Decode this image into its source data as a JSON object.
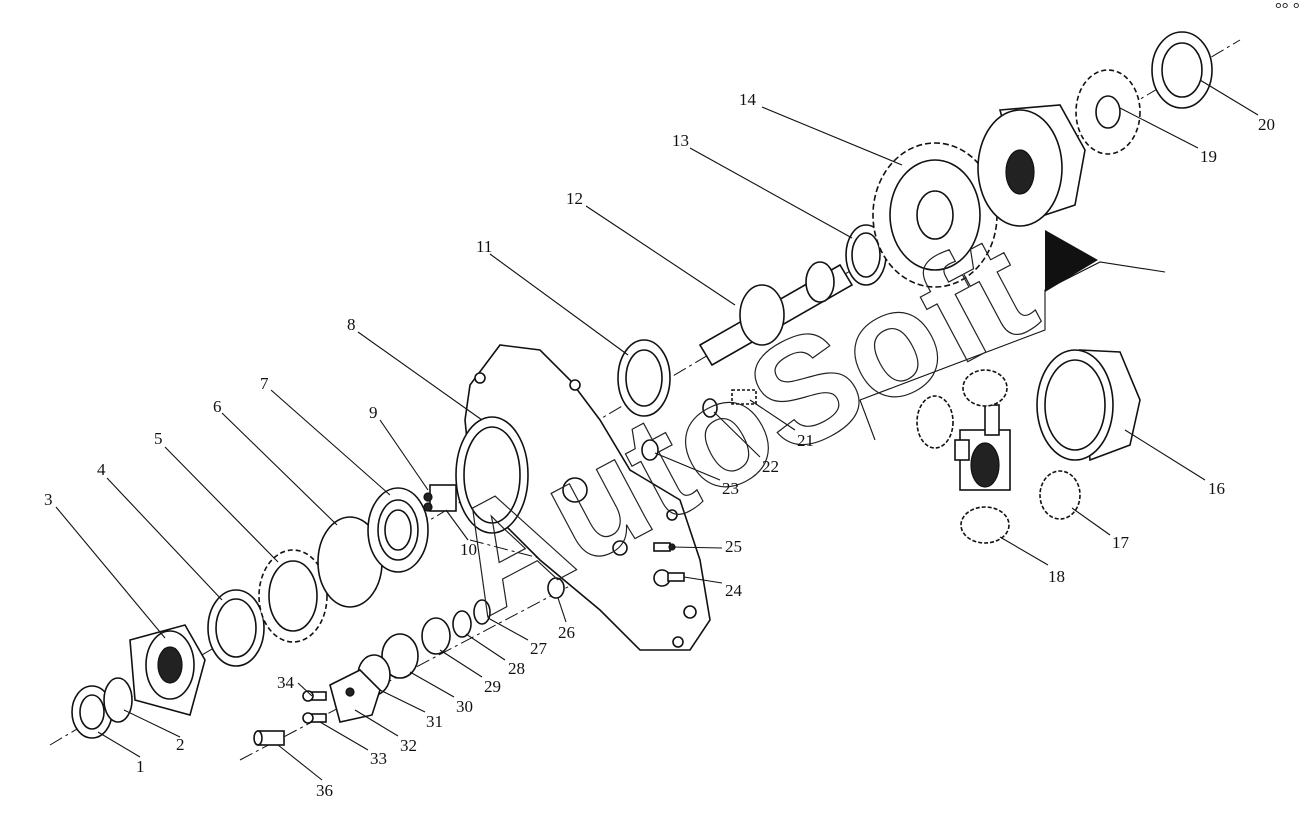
{
  "watermark": "AutoSoft",
  "corner_mark": "°° °°°",
  "labels": [
    {
      "id": "1",
      "text": "1"
    },
    {
      "id": "2",
      "text": "2"
    },
    {
      "id": "3",
      "text": "3"
    },
    {
      "id": "4",
      "text": "4"
    },
    {
      "id": "5",
      "text": "5"
    },
    {
      "id": "6",
      "text": "6"
    },
    {
      "id": "7",
      "text": "7"
    },
    {
      "id": "8",
      "text": "8"
    },
    {
      "id": "9",
      "text": "9"
    },
    {
      "id": "10",
      "text": "10"
    },
    {
      "id": "11",
      "text": "11"
    },
    {
      "id": "12",
      "text": "12"
    },
    {
      "id": "13",
      "text": "13"
    },
    {
      "id": "14",
      "text": "14"
    },
    {
      "id": "16",
      "text": "16"
    },
    {
      "id": "17",
      "text": "17"
    },
    {
      "id": "18",
      "text": "18"
    },
    {
      "id": "19",
      "text": "19"
    },
    {
      "id": "20",
      "text": "20"
    },
    {
      "id": "21",
      "text": "21"
    },
    {
      "id": "22",
      "text": "22"
    },
    {
      "id": "23",
      "text": "23"
    },
    {
      "id": "24",
      "text": "24"
    },
    {
      "id": "25",
      "text": "25"
    },
    {
      "id": "26",
      "text": "26"
    },
    {
      "id": "27",
      "text": "27"
    },
    {
      "id": "28",
      "text": "28"
    },
    {
      "id": "29",
      "text": "29"
    },
    {
      "id": "30",
      "text": "30"
    },
    {
      "id": "31",
      "text": "31"
    },
    {
      "id": "32",
      "text": "32"
    },
    {
      "id": "33",
      "text": "33"
    },
    {
      "id": "34",
      "text": "34"
    },
    {
      "id": "36",
      "text": "36"
    }
  ]
}
